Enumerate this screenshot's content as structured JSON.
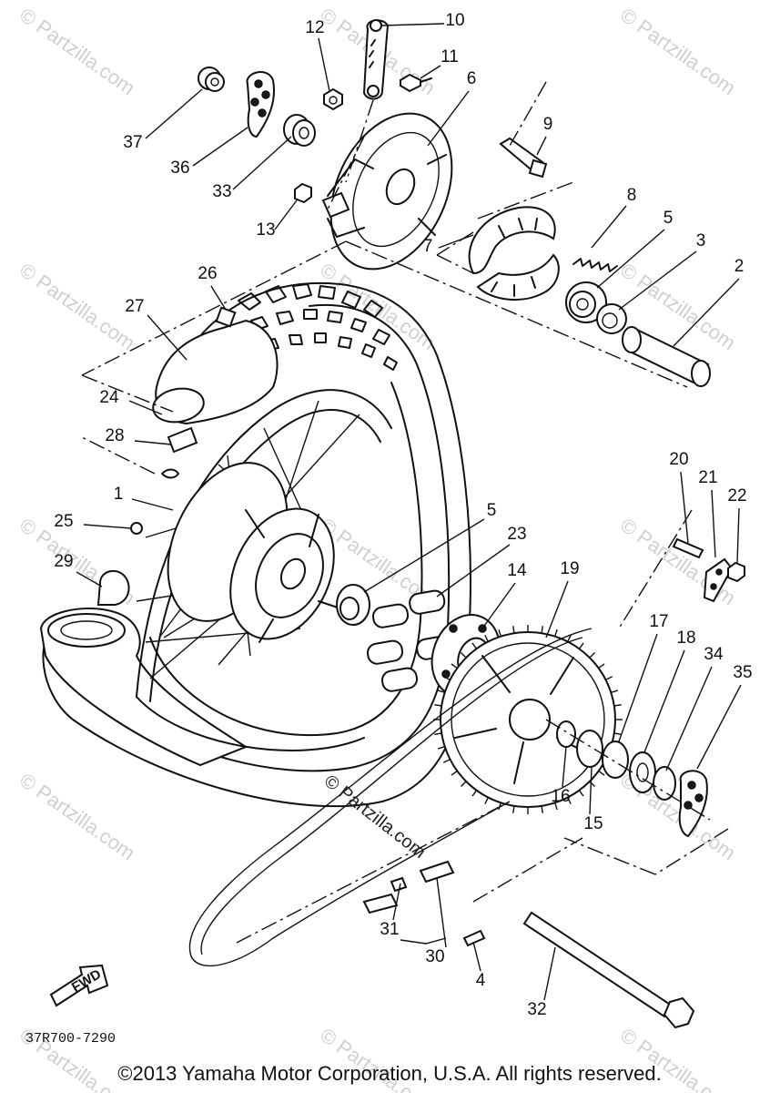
{
  "diagram": {
    "drawing_code": "37R700-7290",
    "copyright": "©2013 Yamaha Motor Corporation, U.S.A. All rights reserved.",
    "direction_label": "FWD",
    "center_watermark": "© Partzilla.com",
    "watermark_text": "© Partzilla.com",
    "callouts": [
      "1",
      "2",
      "3",
      "4",
      "5",
      "5",
      "6",
      "7",
      "8",
      "9",
      "10",
      "11",
      "12",
      "13",
      "14",
      "15",
      "16",
      "17",
      "18",
      "19",
      "20",
      "21",
      "22",
      "23",
      "24",
      "25",
      "26",
      "27",
      "28",
      "29",
      "30",
      "31",
      "32",
      "33",
      "34",
      "35",
      "36",
      "37"
    ]
  }
}
